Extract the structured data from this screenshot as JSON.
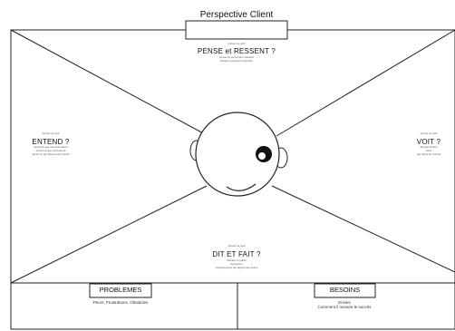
{
  "title": "Perspective Client",
  "quadrants": {
    "think": {
      "question": "Qu'est ce qu'il",
      "heading": "PENSE et RESSENT ?",
      "details": [
        "Qu'est-ce qui compte vraiment",
        "Pensez à plusieurs réponses"
      ]
    },
    "hear": {
      "question": "Qu'est ce qu'il",
      "heading": "ENTEND ?",
      "details": [
        "Qu'est ce que ses amis disent",
        "Qu'est ce que son boss dit",
        "Qu'est ce qui influence les clients"
      ]
    },
    "see": {
      "question": "Qu'est ce qu'il",
      "heading": "VOIT ?",
      "details": [
        "Environnement",
        "Amis",
        "des offres du marché"
      ]
    },
    "do": {
      "question": "Qu'est ce qu'il",
      "heading": "DIT ET FAIT ?",
      "details": [
        "Attitude en public",
        "Apparence",
        "Comportement par rapport aux autres"
      ]
    }
  },
  "bottom": {
    "problems": {
      "label": "PROBLEMES",
      "description": "Peurs, Frustrations, Obstacles"
    },
    "needs": {
      "label": "BESOINS",
      "description_lines": [
        "Envies",
        "Comment il mesure le succès"
      ]
    }
  }
}
